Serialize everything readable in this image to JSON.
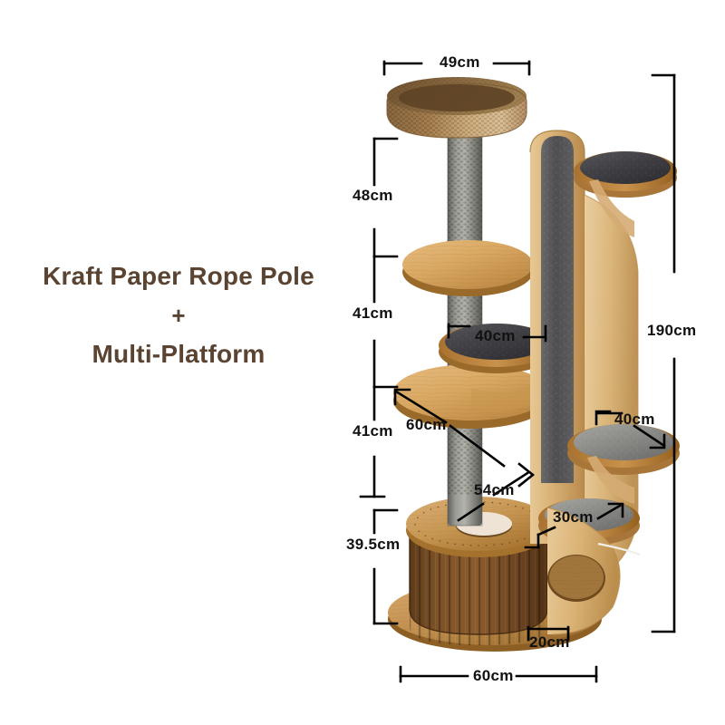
{
  "headline": {
    "line1": "Kraft Paper Rope Pole",
    "plus": "+",
    "line2": "Multi-Platform",
    "color": "#5a4331"
  },
  "product": {
    "name": "multi-level cat tree tower",
    "parts": [
      "woven kraft-paper basket bed",
      "kraft paper rope scratching pole",
      "round wooden platforms",
      "arched felt scratching panel",
      "felt-topped side platforms",
      "slatted wooden base cabinet with cat house"
    ],
    "colors": {
      "basket_light": "#d8b583",
      "basket_dark": "#8a6840",
      "rope_pole": "#8f8f89",
      "wood_light": "#e0b071",
      "wood_mid": "#c8914a",
      "wood_dark": "#7a4f22",
      "felt_dark": "#4a4a4c",
      "felt_mid": "#8d8d8a",
      "panel_felt": "#5b5b5d"
    }
  },
  "dimensions": {
    "top_width": {
      "label": "49cm",
      "value": 49,
      "unit": "cm",
      "measures": "basket bed diameter"
    },
    "seg_1": {
      "label": "48cm",
      "value": 48,
      "unit": "cm",
      "measures": "basket to first platform"
    },
    "seg_2": {
      "label": "41cm",
      "value": 41,
      "unit": "cm",
      "measures": "first to second platform"
    },
    "seg_3": {
      "label": "41cm",
      "value": 41,
      "unit": "cm",
      "measures": "second to third platform"
    },
    "base_height": {
      "label": "39.5cm",
      "value": 39.5,
      "unit": "cm",
      "measures": "base cabinet height"
    },
    "total_height": {
      "label": "190cm",
      "value": 190,
      "unit": "cm",
      "measures": "overall tower height"
    },
    "mid_platform": {
      "label": "40cm",
      "value": 40,
      "unit": "cm",
      "measures": "upper felt platform width"
    },
    "large_platform": {
      "label": "60cm",
      "value": 60,
      "unit": "cm",
      "measures": "large wooden platform width"
    },
    "cabinet_top": {
      "label": "54cm",
      "value": 54,
      "unit": "cm",
      "measures": "cabinet top disc diameter"
    },
    "right_platform": {
      "label": "40cm",
      "value": 40,
      "unit": "cm",
      "measures": "right felt platform width"
    },
    "low_platform": {
      "label": "30cm",
      "value": 30,
      "unit": "cm",
      "measures": "lower felt platform width"
    },
    "door_width": {
      "label": "20cm",
      "value": 20,
      "unit": "cm",
      "measures": "cat house entrance width"
    },
    "base_width": {
      "label": "60cm",
      "value": 60,
      "unit": "cm",
      "measures": "base diameter"
    }
  }
}
